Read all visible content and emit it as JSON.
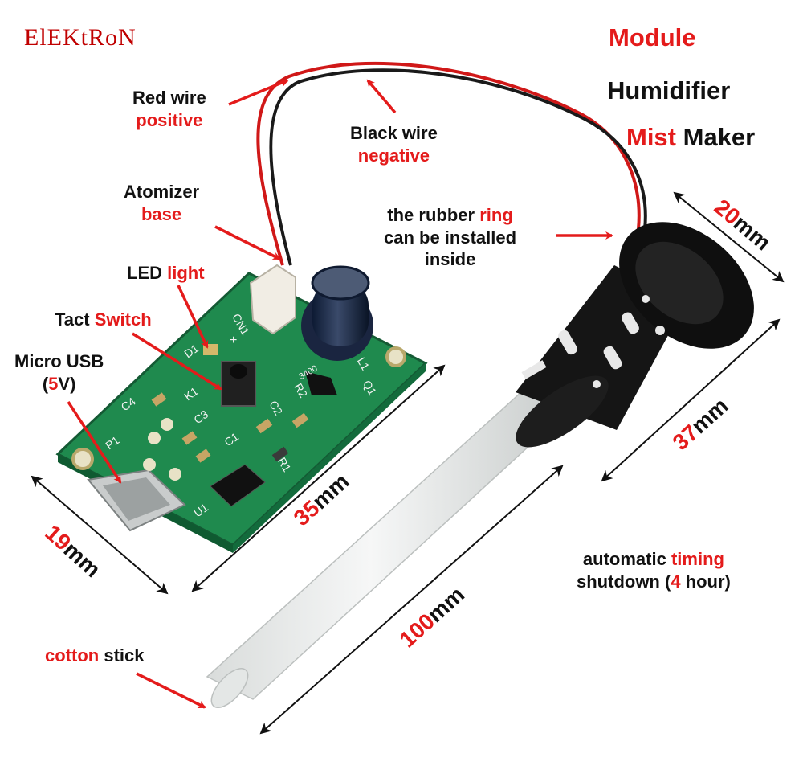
{
  "brand": "ElEKtRoN",
  "title": {
    "line1": "Module",
    "line2": "Humidifier",
    "line3_red": "Mist",
    "line3_black": "Maker"
  },
  "labels": {
    "red_wire": {
      "black": "Red wire",
      "red": "positive"
    },
    "black_wire": {
      "black": "Black wire",
      "red": "negative"
    },
    "atomizer": {
      "black": "Atomizer",
      "red": "base"
    },
    "led": {
      "black": "LED",
      "red": "light"
    },
    "tact": {
      "black": "Tact",
      "red": "Switch"
    },
    "usb": {
      "line1": "Micro USB",
      "open": "(",
      "red": "5",
      "close": "V)"
    },
    "rubber": {
      "pre": "the rubber",
      "red": "ring",
      "line2": "can be installed",
      "line3": "inside"
    },
    "timing": {
      "pre": "automatic",
      "red": "timing",
      "line2_pre": "shutdown (",
      "line2_red": "4",
      "line2_post": " hour)"
    },
    "cotton": {
      "red": "cotton",
      "black": "stick"
    }
  },
  "dimensions": {
    "pcb_width": {
      "value": "19",
      "unit": "mm"
    },
    "pcb_length": {
      "value": "35",
      "unit": "mm"
    },
    "stick_length": {
      "value": "100",
      "unit": "mm"
    },
    "atomizer_length": {
      "value": "37",
      "unit": "mm"
    },
    "atomizer_diameter": {
      "value": "20",
      "unit": "mm"
    }
  },
  "pcb_silkscreen": {
    "cn1": "CN1",
    "plus": "+",
    "c4": "C4",
    "c3": "C3",
    "c1": "C1",
    "c2": "C2",
    "p1": "P1",
    "u1": "U1",
    "r1": "R1",
    "r2": "R2",
    "l1": "L1",
    "q1": "Q1",
    "d1": "D1",
    "k1": "K1",
    "code": "3400"
  },
  "colors": {
    "accent_red": "#e41b1b",
    "pcb_green": "#1f8a4e",
    "atomizer_black": "#151515",
    "stick_white": "#eceeed",
    "text_black": "#111111"
  }
}
